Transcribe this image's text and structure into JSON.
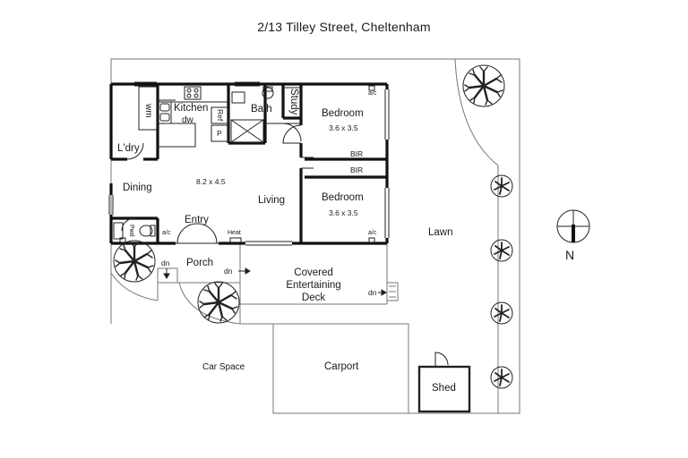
{
  "title": "2/13 Tilley Street, Cheltenham",
  "rooms": {
    "kitchen": "Kitchen",
    "dw": "dw",
    "wm": "wm",
    "laundry": "L'dry",
    "ref": "Ref",
    "pantry": "P",
    "bath": "Bath",
    "study": "Study",
    "bedroom1": "Bedroom",
    "bedroom1_size": "3.6 x 3.5",
    "bir1": "BIR",
    "bir2": "BIR",
    "bedroom2": "Bedroom",
    "bedroom2_size": "3.6 x 3.5",
    "dining": "Dining",
    "living_size": "8.2 x 4.5",
    "living": "Living",
    "entry": "Entry",
    "pwd": "Pwd",
    "heat": "Heat",
    "ac_1": "a/c",
    "ac_2": "a/c",
    "ac_3": "a/c",
    "porch": "Porch",
    "dn_1": "dn",
    "dn_2": "dn",
    "dn_3": "dn",
    "deck": "Covered\nEntertaining\nDeck",
    "lawn": "Lawn",
    "car_space": "Car Space",
    "carport": "Carport",
    "shed": "Shed"
  },
  "compass": {
    "label": "N",
    "icon": "north-compass-icon"
  }
}
